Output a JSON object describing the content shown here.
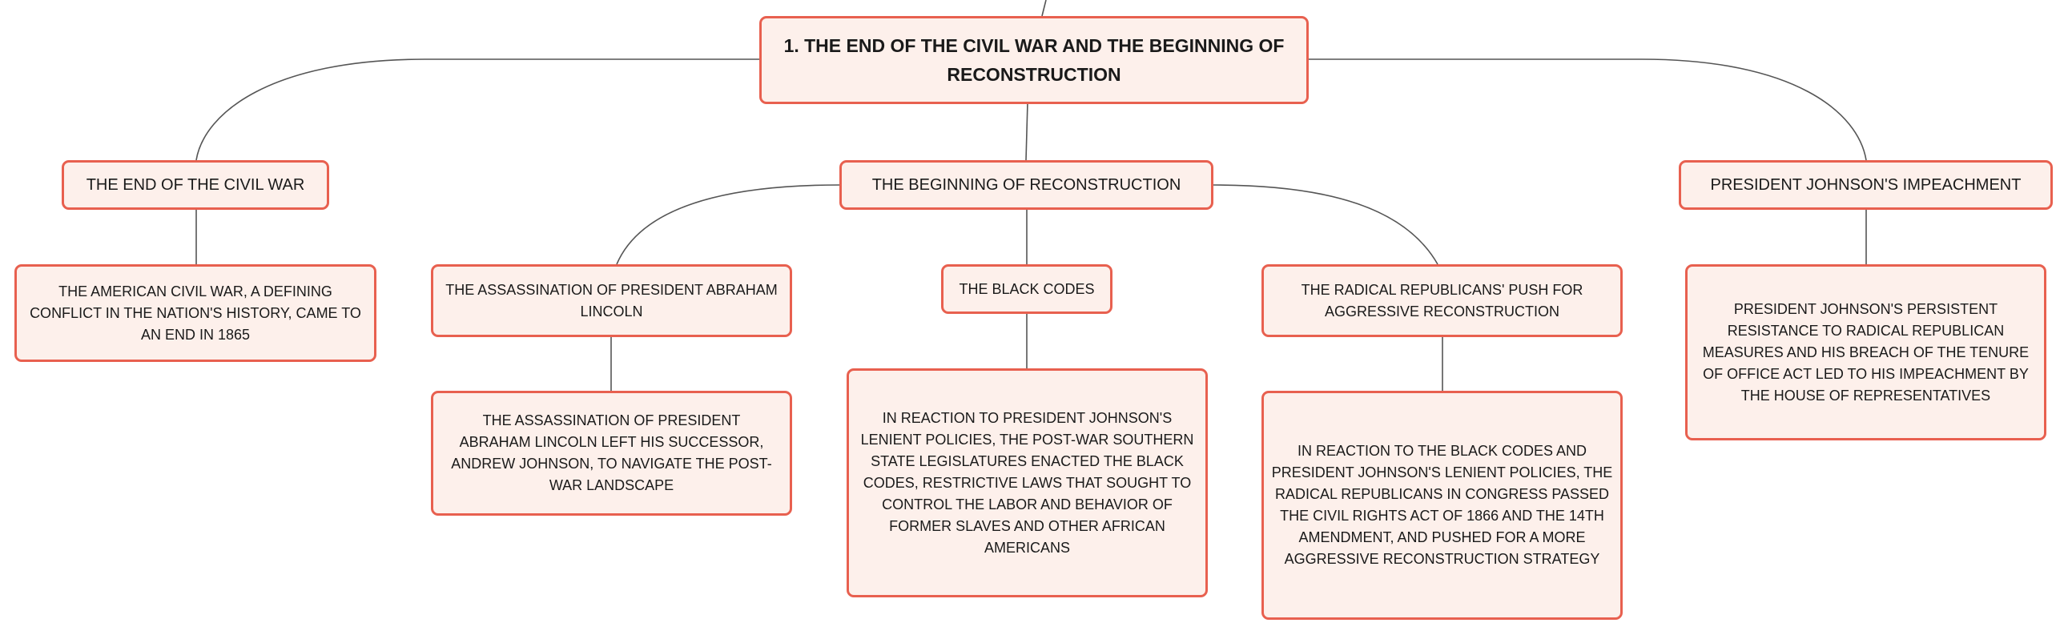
{
  "colors": {
    "accent": "#e8604f",
    "node_fill": "#fdf0eb",
    "line": "#555555"
  },
  "root": {
    "title": "1. THE END OF THE CIVIL WAR AND THE BEGINNING OF RECONSTRUCTION"
  },
  "branches": {
    "end_civil_war": {
      "label": "THE END OF THE CIVIL WAR",
      "detail": "THE AMERICAN CIVIL WAR, A DEFINING CONFLICT IN THE NATION'S HISTORY, CAME TO AN END IN 1865"
    },
    "reconstruction": {
      "label": "THE BEGINNING OF RECONSTRUCTION",
      "children": {
        "assassination": {
          "label": "THE ASSASSINATION OF PRESIDENT ABRAHAM LINCOLN",
          "detail": "THE ASSASSINATION OF PRESIDENT ABRAHAM LINCOLN LEFT HIS SUCCESSOR, ANDREW JOHNSON, TO NAVIGATE THE POST-WAR LANDSCAPE"
        },
        "black_codes": {
          "label": "THE BLACK CODES",
          "detail": "IN REACTION TO PRESIDENT JOHNSON'S LENIENT POLICIES, THE POST-WAR SOUTHERN STATE LEGISLATURES ENACTED THE BLACK CODES, RESTRICTIVE LAWS THAT SOUGHT TO CONTROL THE LABOR AND BEHAVIOR OF FORMER SLAVES AND OTHER AFRICAN AMERICANS"
        },
        "radical_republicans": {
          "label": "THE RADICAL REPUBLICANS' PUSH FOR AGGRESSIVE RECONSTRUCTION",
          "detail": "IN REACTION TO THE BLACK CODES AND PRESIDENT JOHNSON'S LENIENT POLICIES, THE RADICAL REPUBLICANS IN CONGRESS PASSED THE CIVIL RIGHTS ACT OF 1866 AND THE 14TH AMENDMENT, AND PUSHED FOR A MORE AGGRESSIVE RECONSTRUCTION STRATEGY"
        }
      }
    },
    "impeachment": {
      "label": "PRESIDENT JOHNSON'S IMPEACHMENT",
      "detail": "PRESIDENT JOHNSON'S PERSISTENT RESISTANCE TO RADICAL REPUBLICAN MEASURES AND HIS BREACH OF THE TENURE OF OFFICE ACT LED TO HIS IMPEACHMENT BY THE HOUSE OF REPRESENTATIVES"
    }
  }
}
